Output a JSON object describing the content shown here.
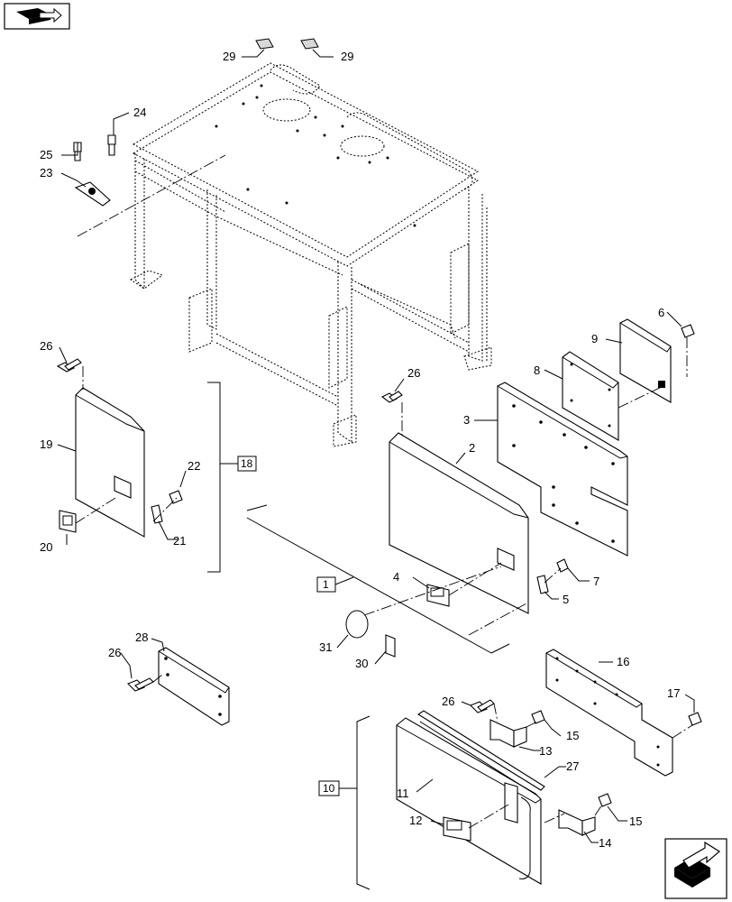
{
  "diagram": {
    "labels": {
      "p1": "1",
      "p2": "2",
      "p3": "3",
      "p4": "4",
      "p5": "5",
      "p6": "6",
      "p7": "7",
      "p8": "8",
      "p9": "9",
      "p10": "10",
      "p11": "11",
      "p12": "12",
      "p13": "13",
      "p14": "14",
      "p15a": "15",
      "p15b": "15",
      "p16": "16",
      "p17": "17",
      "p18": "18",
      "p19": "19",
      "p20": "20",
      "p21": "21",
      "p22": "22",
      "p23": "23",
      "p24": "24",
      "p25": "25",
      "p26a": "26",
      "p26b": "26",
      "p26c": "26",
      "p26d": "26",
      "p27": "27",
      "p28": "28",
      "p29a": "29",
      "p29b": "29",
      "p30": "30",
      "p31": "31"
    },
    "icons": {
      "top_left": "book-arrow-icon",
      "bottom_right": "next-page-arrow-icon"
    }
  }
}
